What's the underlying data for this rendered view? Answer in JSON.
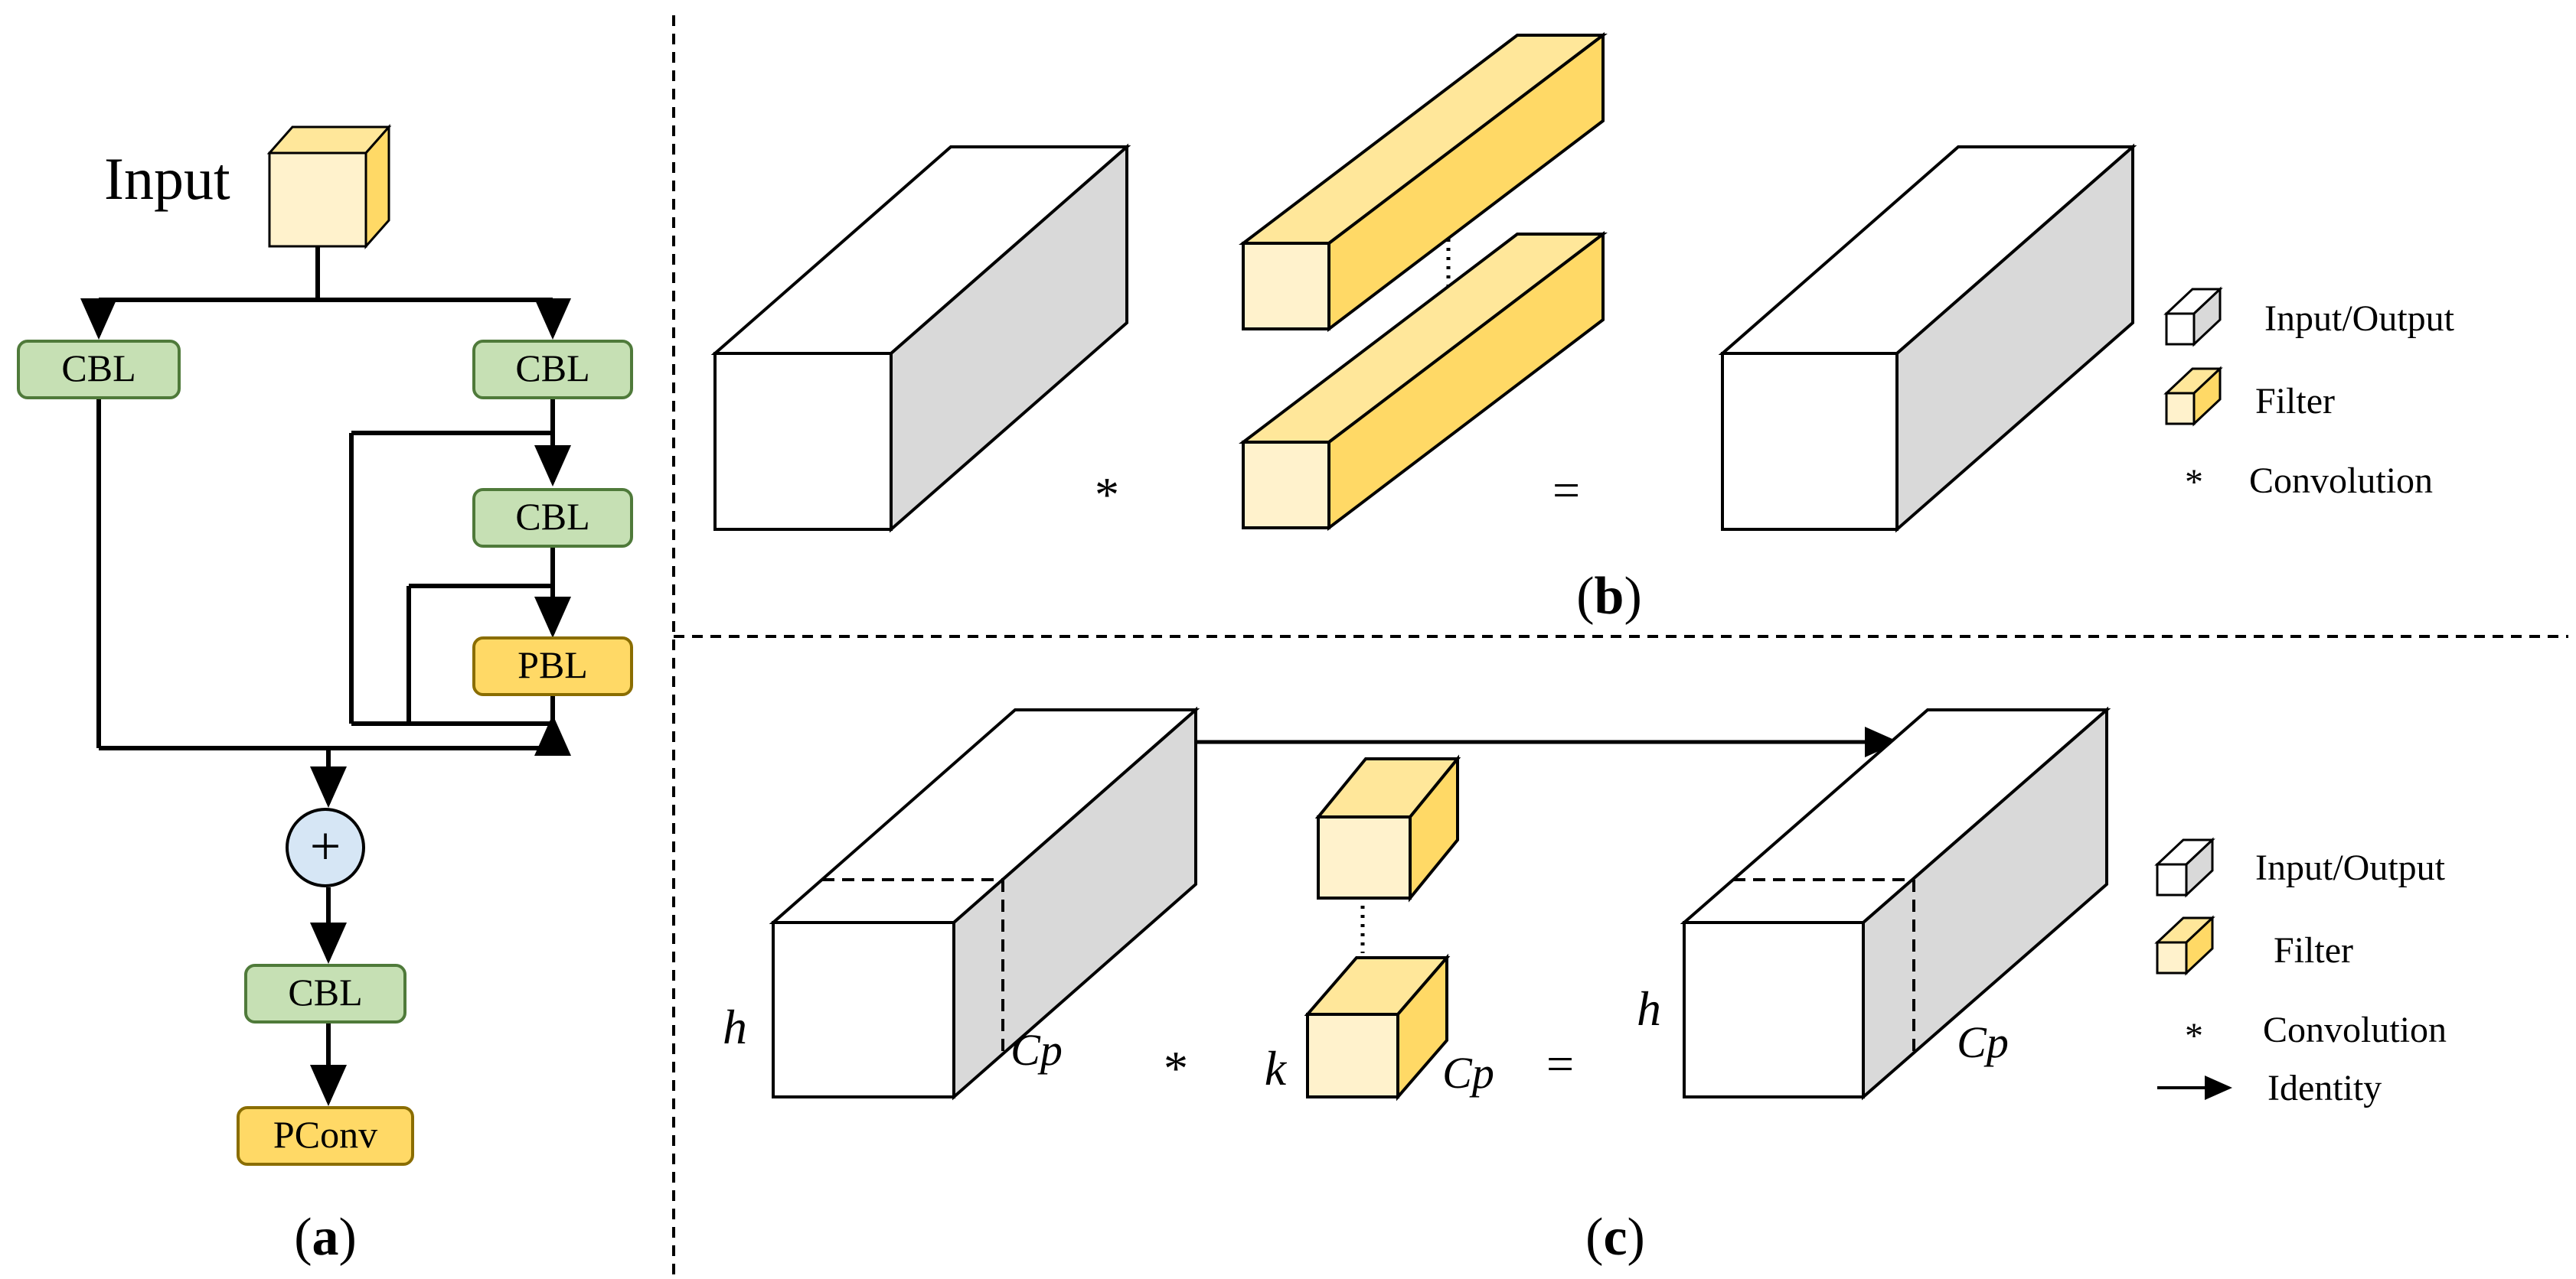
{
  "panel_a": {
    "input_label": "Input",
    "nodes": {
      "cbl_left": "CBL",
      "cbl_right_top": "CBL",
      "cbl_right_mid": "CBL",
      "pbl": "PBL",
      "add_symbol": "+",
      "cbl_bottom": "CBL",
      "pconv": "PConv"
    },
    "caption_letter": "a"
  },
  "panel_b": {
    "convolution_symbol": "*",
    "equals_symbol": "=",
    "caption_letter": "b",
    "legend": {
      "input_output": "Input/Output",
      "filter": "Filter",
      "convolution_symbol": "*",
      "convolution": "Convolution"
    }
  },
  "panel_c": {
    "h_left": "h",
    "cp_left": "Cp",
    "convolution_symbol": "*",
    "k_label": "k",
    "cp_filter": "Cp",
    "equals_symbol": "=",
    "h_right": "h",
    "cp_right": "Cp",
    "caption_letter": "c",
    "legend": {
      "input_output": "Input/Output",
      "filter": "Filter",
      "convolution_symbol": "*",
      "convolution": "Convolution",
      "identity": "Identity"
    }
  },
  "colors": {
    "cbl_fill": "#c6e0b4",
    "cbl_stroke": "#4f7a3a",
    "pbl_fill": "#ffd966",
    "pbl_stroke": "#8a6d00",
    "add_fill": "#d6e6f5",
    "filter_front": "#fff2cc",
    "filter_top": "#ffe79a",
    "filter_side": "#ffd966",
    "tensor_front": "#ffffff",
    "tensor_side": "#d9d9d9"
  }
}
